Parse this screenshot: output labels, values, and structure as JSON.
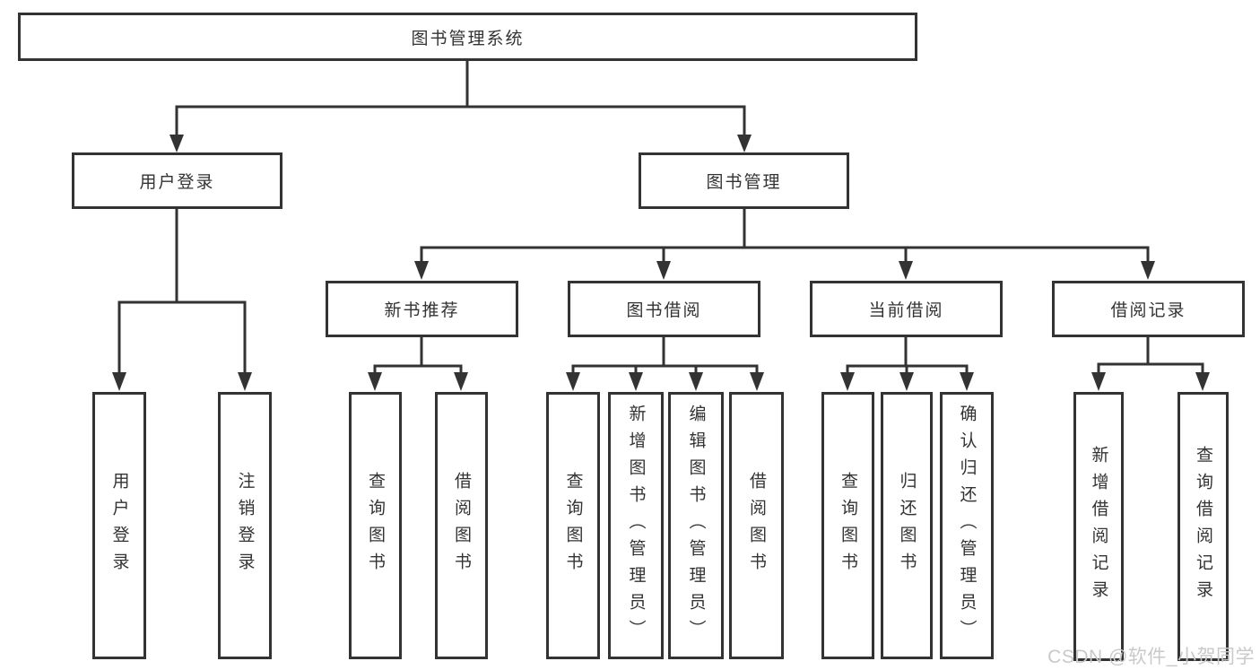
{
  "diagram": {
    "type": "hierarchy-tree",
    "orientation": "top-down",
    "colors": {
      "line": "#333333",
      "text": "#333333",
      "background": "#ffffff",
      "watermark_text": "#c9c9c9"
    }
  },
  "nodes": {
    "root": "图书管理系统",
    "user_login": "用户登录",
    "book_mgmt": "图书管理",
    "new_book_rec": "新书推荐",
    "book_borrow": "图书借阅",
    "current_borrow": "当前借阅",
    "borrow_records": "借阅记录",
    "leaf_user_login": "用户登录",
    "leaf_logout": "注销登录",
    "leaf_query_book_1": "查询图书",
    "leaf_borrow_book_1": "借阅图书",
    "leaf_query_book_2": "查询图书",
    "leaf_add_book": "新增图书（管理员）",
    "leaf_edit_book": "编辑图书（管理员）",
    "leaf_borrow_book_2": "借阅图书",
    "leaf_query_book_3": "查询图书",
    "leaf_return_book": "归还图书",
    "leaf_confirm_return": "确认归还（管理员）",
    "leaf_add_record": "新增借阅记录",
    "leaf_query_record": "查询借阅记录"
  },
  "hierarchy": {
    "图书管理系统": {
      "用户登录": [
        "用户登录",
        "注销登录"
      ],
      "图书管理": {
        "新书推荐": [
          "查询图书",
          "借阅图书"
        ],
        "图书借阅": [
          "查询图书",
          "新增图书（管理员）",
          "编辑图书（管理员）",
          "借阅图书"
        ],
        "当前借阅": [
          "查询图书",
          "归还图书",
          "确认归还（管理员）"
        ],
        "借阅记录": [
          "新增借阅记录",
          "查询借阅记录"
        ]
      }
    }
  },
  "watermark": {
    "text": "CSDN @软件_小贺同学"
  }
}
